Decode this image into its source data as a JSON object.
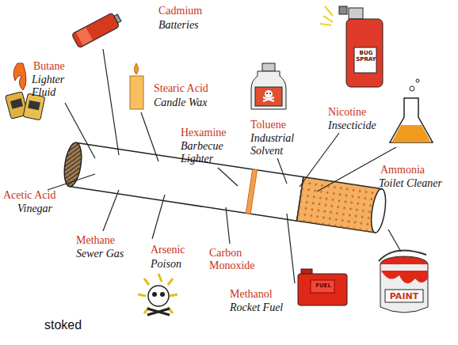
{
  "diagram": {
    "labels": [
      "Cadmium",
      "Batteries",
      "Butane",
      "Lighter Fluid",
      "Stearic Acid",
      "Candle Wax",
      "Hexamine",
      "Barbecue Lighter",
      "Toluene",
      "Industrial Solvent",
      "Nicotine",
      "Insecticide",
      "Ammonia",
      "Toilet Cleaner",
      "Acetic Acid",
      "Vinegar",
      "Methane",
      "Sewer Gas",
      "Arsenic",
      "Poison",
      "Carbon Monoxide",
      "Methanol",
      "Rocket Fuel",
      "BUG SPRAY",
      "FUEL",
      "PAINT",
      "stoked"
    ]
  }
}
